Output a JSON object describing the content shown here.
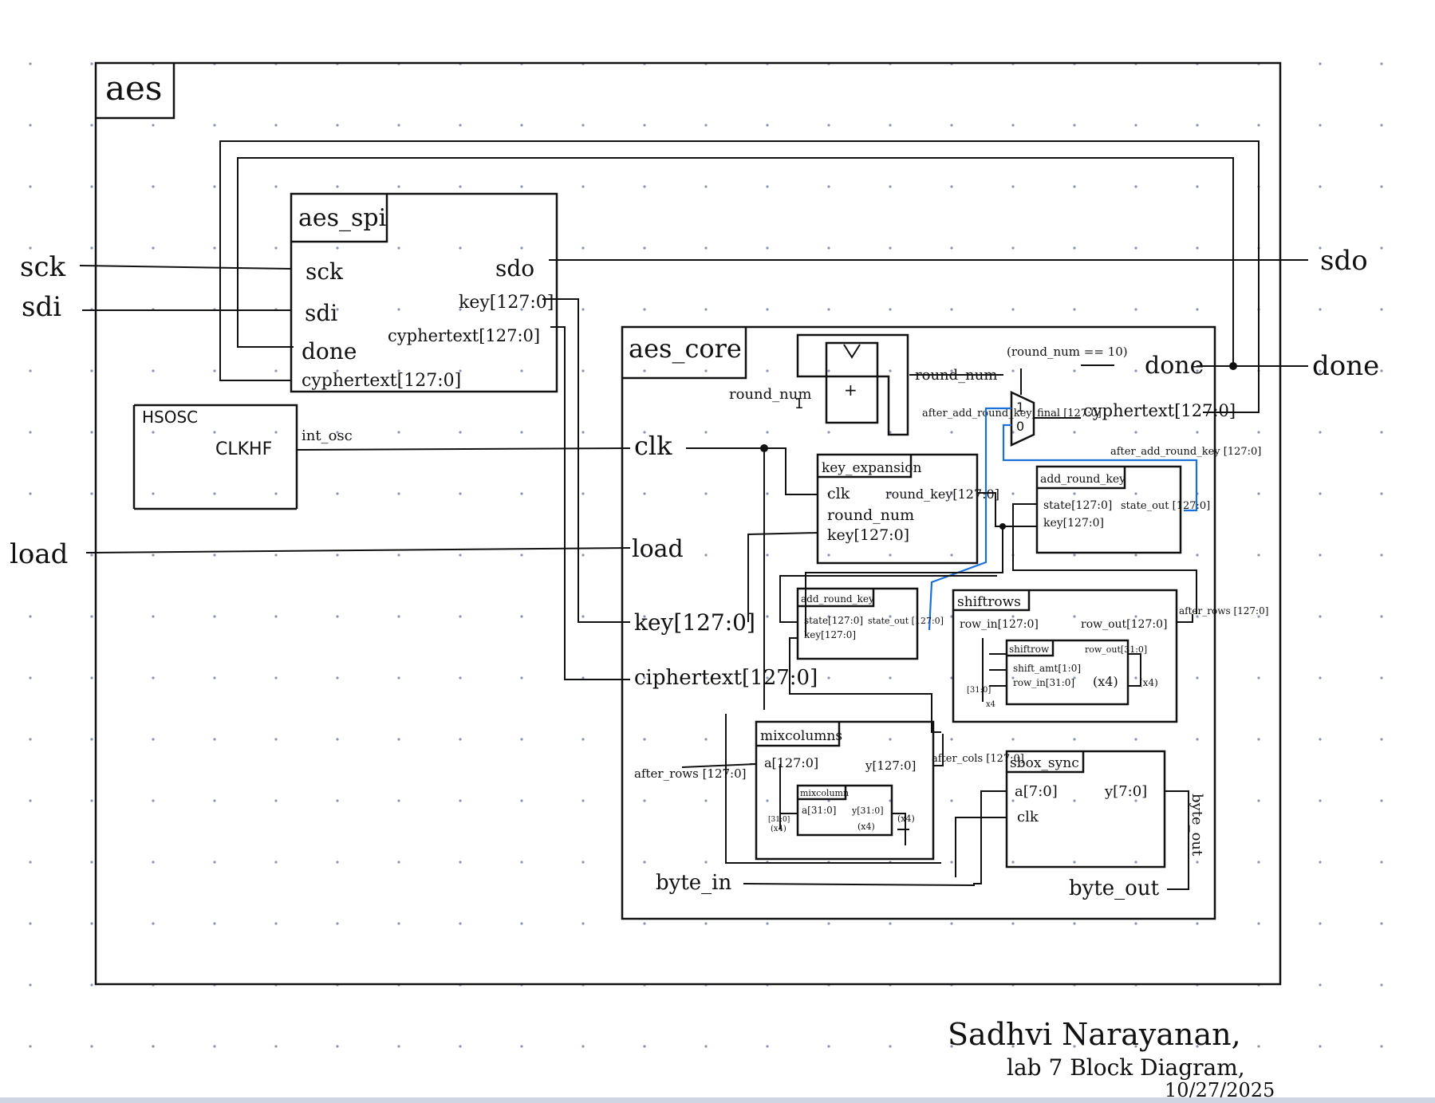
{
  "top_level": {
    "title": "aes",
    "ports_in": [
      "sck",
      "sdi",
      "load"
    ],
    "ports_out": [
      "sdo",
      "done"
    ]
  },
  "aes_spi": {
    "title": "aes_spi",
    "ports": [
      "sck",
      "sdi",
      "done",
      "cyphertext[127:0]",
      "sdo",
      "key[127:0]",
      "cyphertext[127:0]"
    ]
  },
  "hsosc": {
    "title": "HSOSC",
    "port": "CLKHF",
    "wire": "int_osc"
  },
  "aes_core": {
    "title": "aes_core",
    "ports": [
      "clk",
      "load",
      "key[127:0]",
      "ciphertext[127:0]",
      "done",
      "cyphertext[127:0]"
    ],
    "round_logic": {
      "round_num_left": "round_num",
      "round_num_right": "round_num",
      "one": "1",
      "plus": "+",
      "cmp": "(round_num == 10)",
      "mux_1": "1",
      "mux_0": "0",
      "sel": "after_add_round_key_final [127:0]",
      "fb": "after_add_round_key [127:0]"
    },
    "key_expansion": {
      "title": "key_expansion",
      "ports": [
        "clk",
        "round_num",
        "key[127:0]",
        "round_key[127:0]"
      ]
    },
    "add_round_key_a": {
      "title": "add_round_key",
      "ports": [
        "state[127:0]",
        "key[127:0]",
        "state_out [127:0]"
      ]
    },
    "add_round_key_b": {
      "title": "add_round_key",
      "ports": [
        "state[127:0]",
        "key[127:0]",
        "state_out [127:0]"
      ]
    },
    "shiftrows": {
      "title": "shiftrows",
      "ports": [
        "row_in[127:0]",
        "row_out[127:0]"
      ],
      "after": "after_rows [127:0]"
    },
    "shiftrow": {
      "title": "shiftrow",
      "ports": [
        "shift_amt[1:0]",
        "row_in[31:0]",
        "row_out[31:0]"
      ],
      "x4": "(x4)",
      "x4b": "(x4)",
      "bus": "[31:0]",
      "bus_x4": "x4"
    },
    "mixcolumns": {
      "title": "mixcolumns",
      "ports": [
        "a[127:0]",
        "y[127:0]"
      ],
      "in": "after_rows [127:0]",
      "out": "after_cols [127:0]"
    },
    "mixcolumn": {
      "title": "mixcolumn",
      "ports": [
        "a[31:0]",
        "y[31:0]"
      ],
      "x4a": "(x4)",
      "x4b": "(x4)",
      "x4c": "(x4)",
      "bus": "[31:0]"
    },
    "sbox_sync": {
      "title": "sbox_sync",
      "ports": [
        "a[7:0]",
        "clk",
        "y[7:0]"
      ],
      "byte_out_v": "byte_out"
    },
    "byte_in": "byte_in",
    "byte_out": "byte_out"
  },
  "signature": {
    "line1": "Sadhvi Narayanan,",
    "line2": "lab 7 Block Diagram,",
    "line3": "10/27/2025"
  }
}
